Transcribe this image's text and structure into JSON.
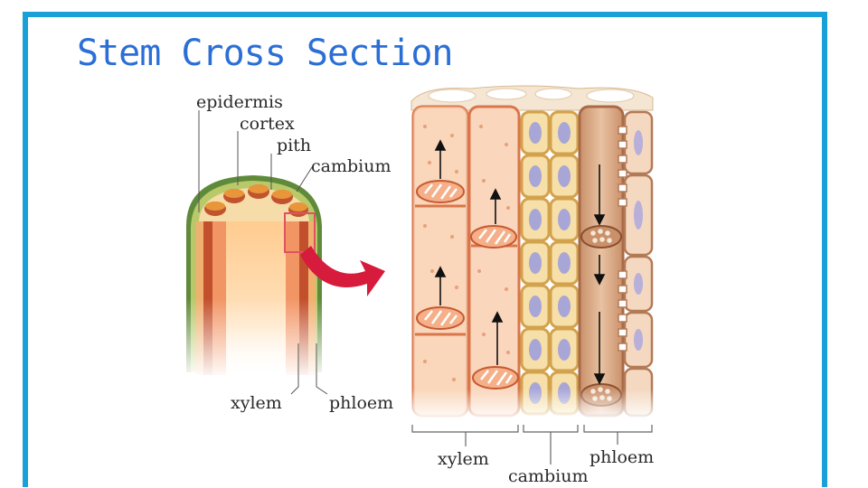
{
  "slide": {
    "title": "Stem Cross Section",
    "frame_color": "#1aa0d8",
    "title_color": "#2b6fd6"
  },
  "left_diagram": {
    "labels": {
      "epidermis": "epidermis",
      "cortex": "cortex",
      "pith": "pith",
      "cambium": "cambium",
      "xylem": "xylem",
      "phloem": "phloem"
    }
  },
  "right_diagram": {
    "labels": {
      "xylem": "xylem",
      "cambium": "cambium",
      "phloem": "phloem"
    }
  },
  "colors": {
    "epidermis": "#5f8a3a",
    "cortex": "#b9c96a",
    "xylem_vessel": "#e07a4a",
    "cambium_cell": "#f3d89a",
    "phloem_tube": "#c9906a",
    "arrow": "#d61b3c"
  }
}
